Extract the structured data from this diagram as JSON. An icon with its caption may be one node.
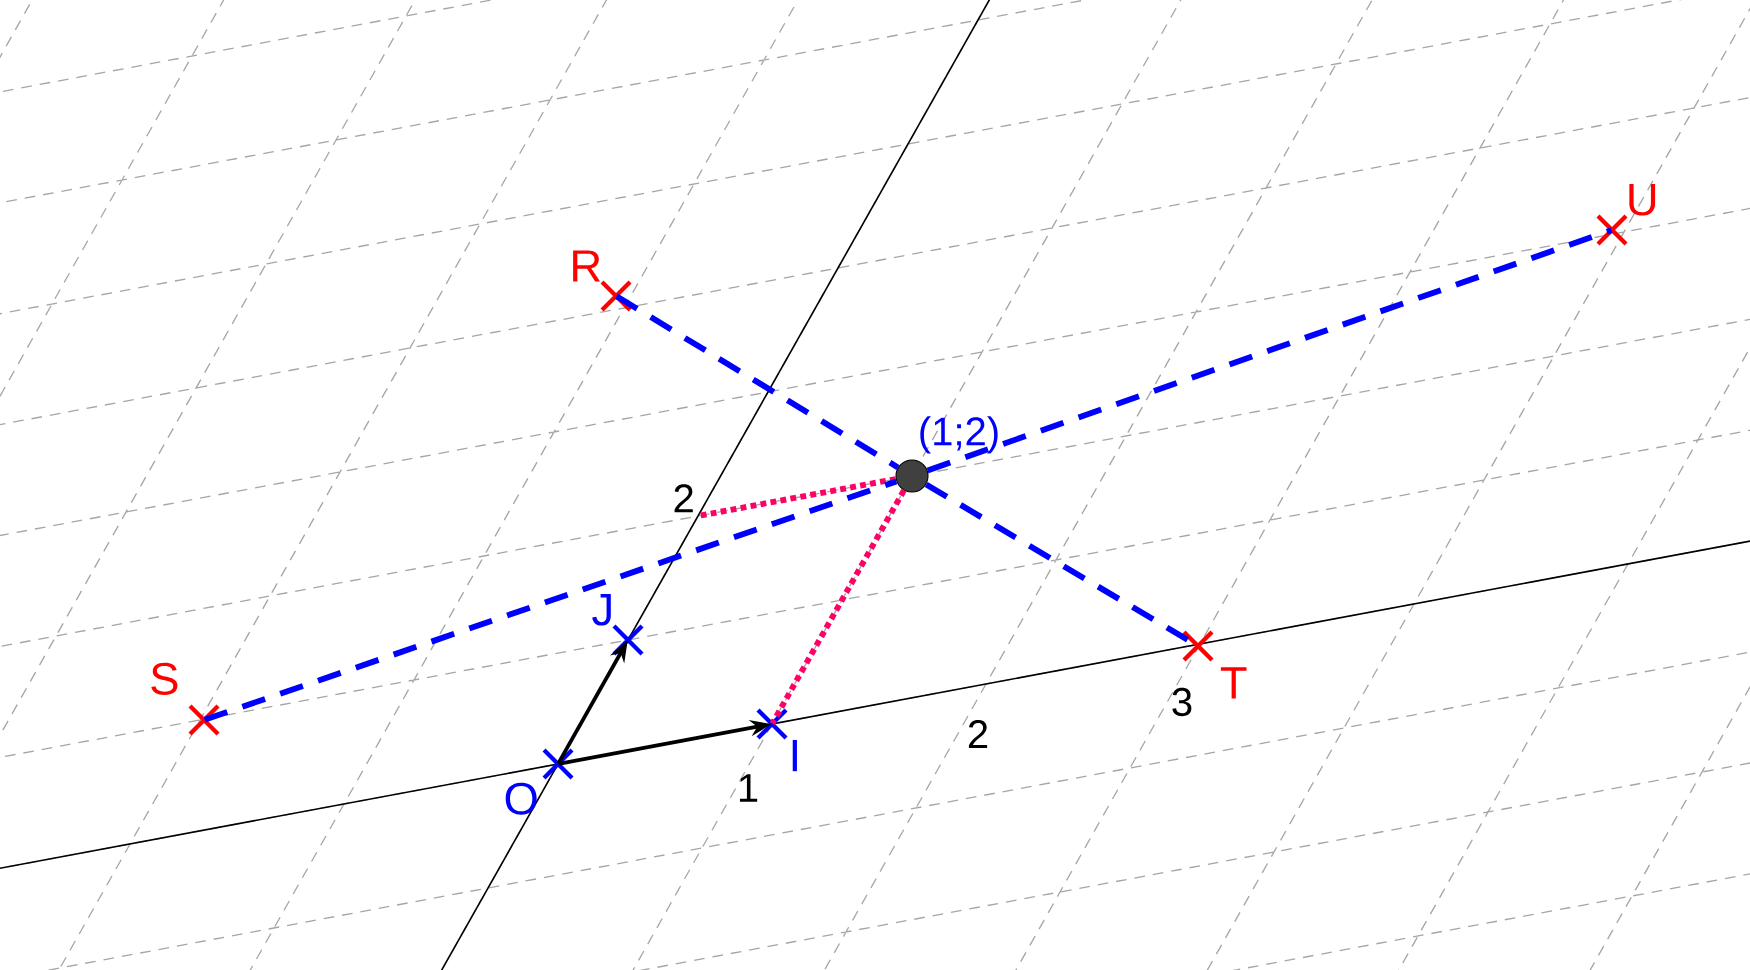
{
  "diagram": {
    "nodes": [
      {
        "text": [
          "R"
        ]
      },
      {
        "text": [
          "T"
        ]
      },
      {
        "text": [
          "S"
        ]
      },
      {
        "text": [
          "U"
        ]
      },
      {
        "text": [
          "(1;2)"
        ]
      },
      {
        "text": [
          "O"
        ]
      },
      {
        "text": [
          "I"
        ]
      },
      {
        "text": [
          "J"
        ]
      },
      {
        "text": [
          "2"
        ]
      }
    ],
    "edges": [
      {
        "from": 0,
        "to": 4,
        "arrow": "none",
        "style": "dashed",
        "color": "#0000ff"
      },
      {
        "from": 4,
        "to": 1,
        "arrow": "none",
        "style": "dashed",
        "color": "#0000ff"
      },
      {
        "from": 5,
        "to": 6,
        "arrow": "to",
        "color": "#000000"
      },
      {
        "from": 5,
        "to": 7,
        "arrow": "to",
        "color": "#000000"
      },
      {
        "from": 4,
        "to": 6,
        "arrow": "none",
        "style": "dashed",
        "color": "#ff0066"
      },
      {
        "from": 4,
        "to": 8,
        "arrow": "none",
        "style": "dashed",
        "color": "#ff0066"
      },
      {
        "from": 2,
        "to": 4,
        "arrow": "none",
        "style": "dashed",
        "color": "#0000ff"
      },
      {
        "from": 4,
        "to": 3,
        "arrow": "none",
        "style": "dashed",
        "color": "#0000ff"
      }
    ],
    "labels": [
      "1",
      "2",
      "3"
    ]
  }
}
